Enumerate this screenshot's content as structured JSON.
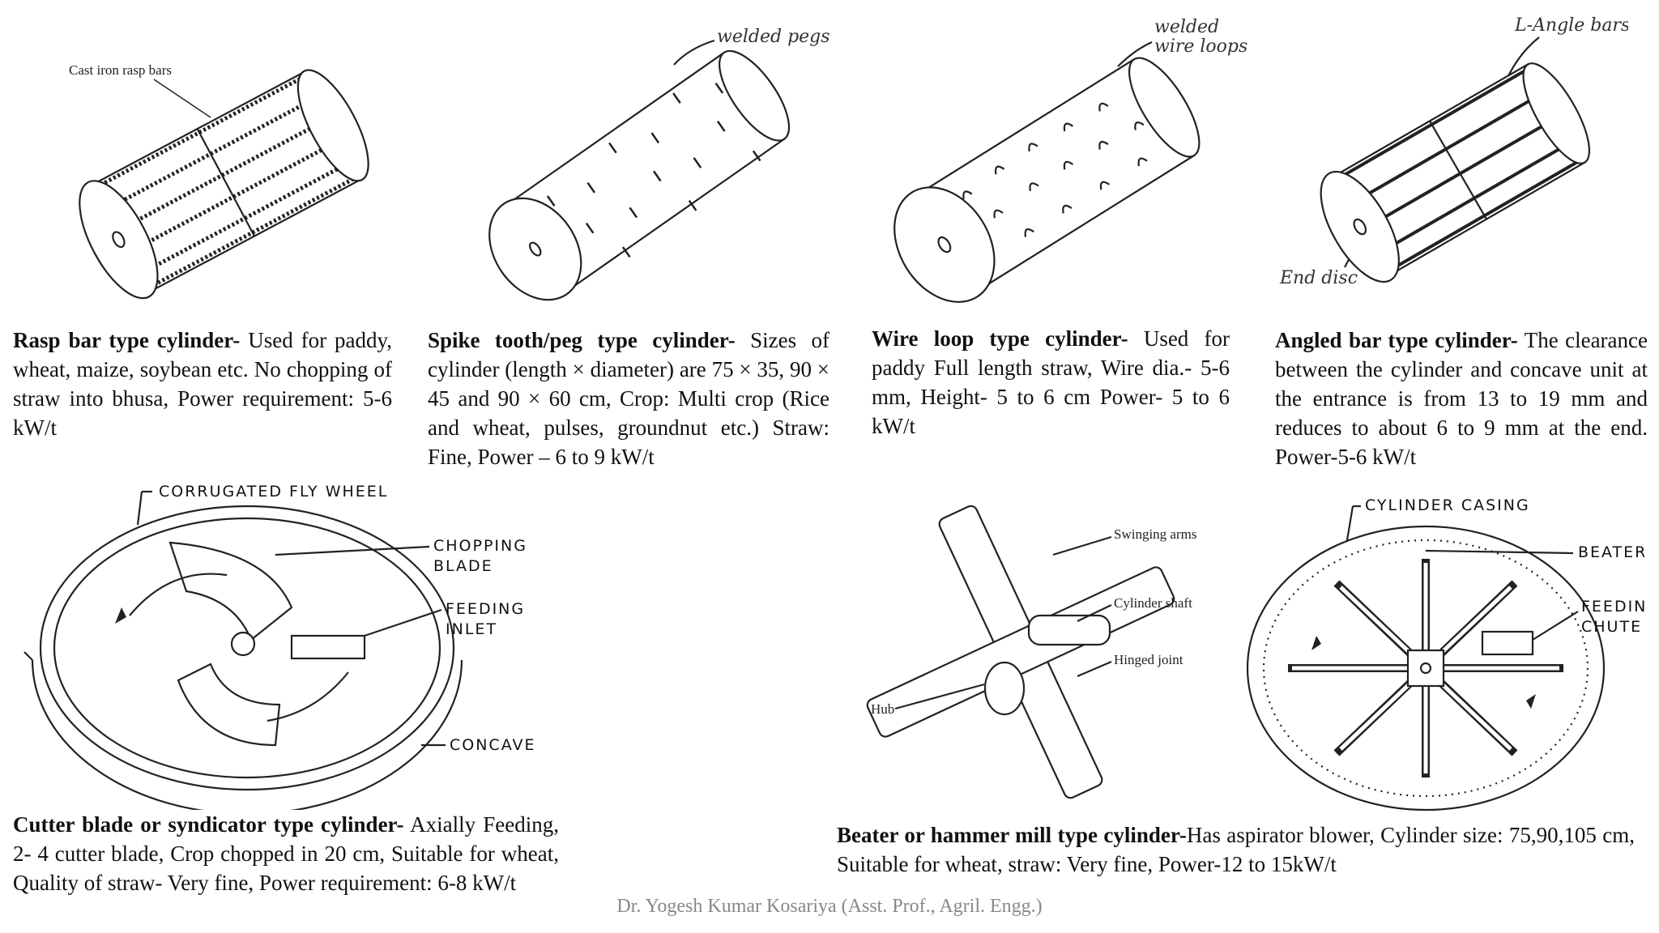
{
  "figures": {
    "rasp_bar": {
      "label_rasp_bars": "Cast iron rasp bars",
      "title": "Rasp bar type cylinder-",
      "text": " Used for paddy, wheat, maize, soybean etc. No chopping of straw into bhusa, Power requirement: 5-6 kW/t"
    },
    "spike_tooth": {
      "label_pegs": "welded pegs",
      "title": "Spike tooth/peg type cylinder-",
      "text": " Sizes of cylinder (length × diameter) are 75 × 35, 90 × 45 and 90 × 60 cm, Crop: Multi crop (Rice and wheat, pulses, groundnut etc.) Straw: Fine, Power – 6 to 9 kW/t"
    },
    "wire_loop": {
      "label_loops_1": "welded",
      "label_loops_2": "wire loops",
      "title": "Wire loop type cylinder-",
      "text": " Used for paddy Full length straw, Wire dia.- 5-6 mm, Height- 5 to 6 cm Power- 5 to 6 kW/t"
    },
    "angled_bar": {
      "label_angle_bars": "L-Angle bars",
      "label_end_disc": "End disc",
      "title": "Angled bar type cylinder-",
      "text": " The clearance between the cylinder and concave unit at the entrance is from 13 to 19 mm and reduces to about 6 to 9 mm at the end. Power-5-6 kW/t"
    },
    "cutter_blade": {
      "label_flywheel": "CORRUGATED FLY WHEEL",
      "label_chopping_1": "CHOPPING",
      "label_chopping_2": "BLADE",
      "label_feeding_1": "FEEDING",
      "label_feeding_2": "INLET",
      "label_concave": "CONCAVE",
      "title": "Cutter blade or syndicator type cylinder-",
      "text": " Axially Feeding, 2- 4 cutter blade, Crop chopped in 20 cm, Suitable for wheat, Quality of straw- Very fine,  Power requirement: 6-8 kW/t"
    },
    "hammer_mill": {
      "label_swinging": "Swinging arms",
      "label_shaft": "Cylinder shaft",
      "label_hinged": "Hinged joint",
      "label_hub": "Hub",
      "label_casing": "CYLINDER CASING",
      "label_beater": "BEATER",
      "label_feeding_1": "FEEDIN",
      "label_feeding_2": "CHUTE",
      "title": "Beater or hammer mill type cylinder-",
      "text": "Has aspirator blower, Cylinder size: 75,90,105 cm, Suitable for wheat, straw: Very fine, Power-12 to 15kW/t"
    }
  },
  "footer": "Dr. Yogesh Kumar Kosariya (Asst. Prof., Agril. Engg.)"
}
